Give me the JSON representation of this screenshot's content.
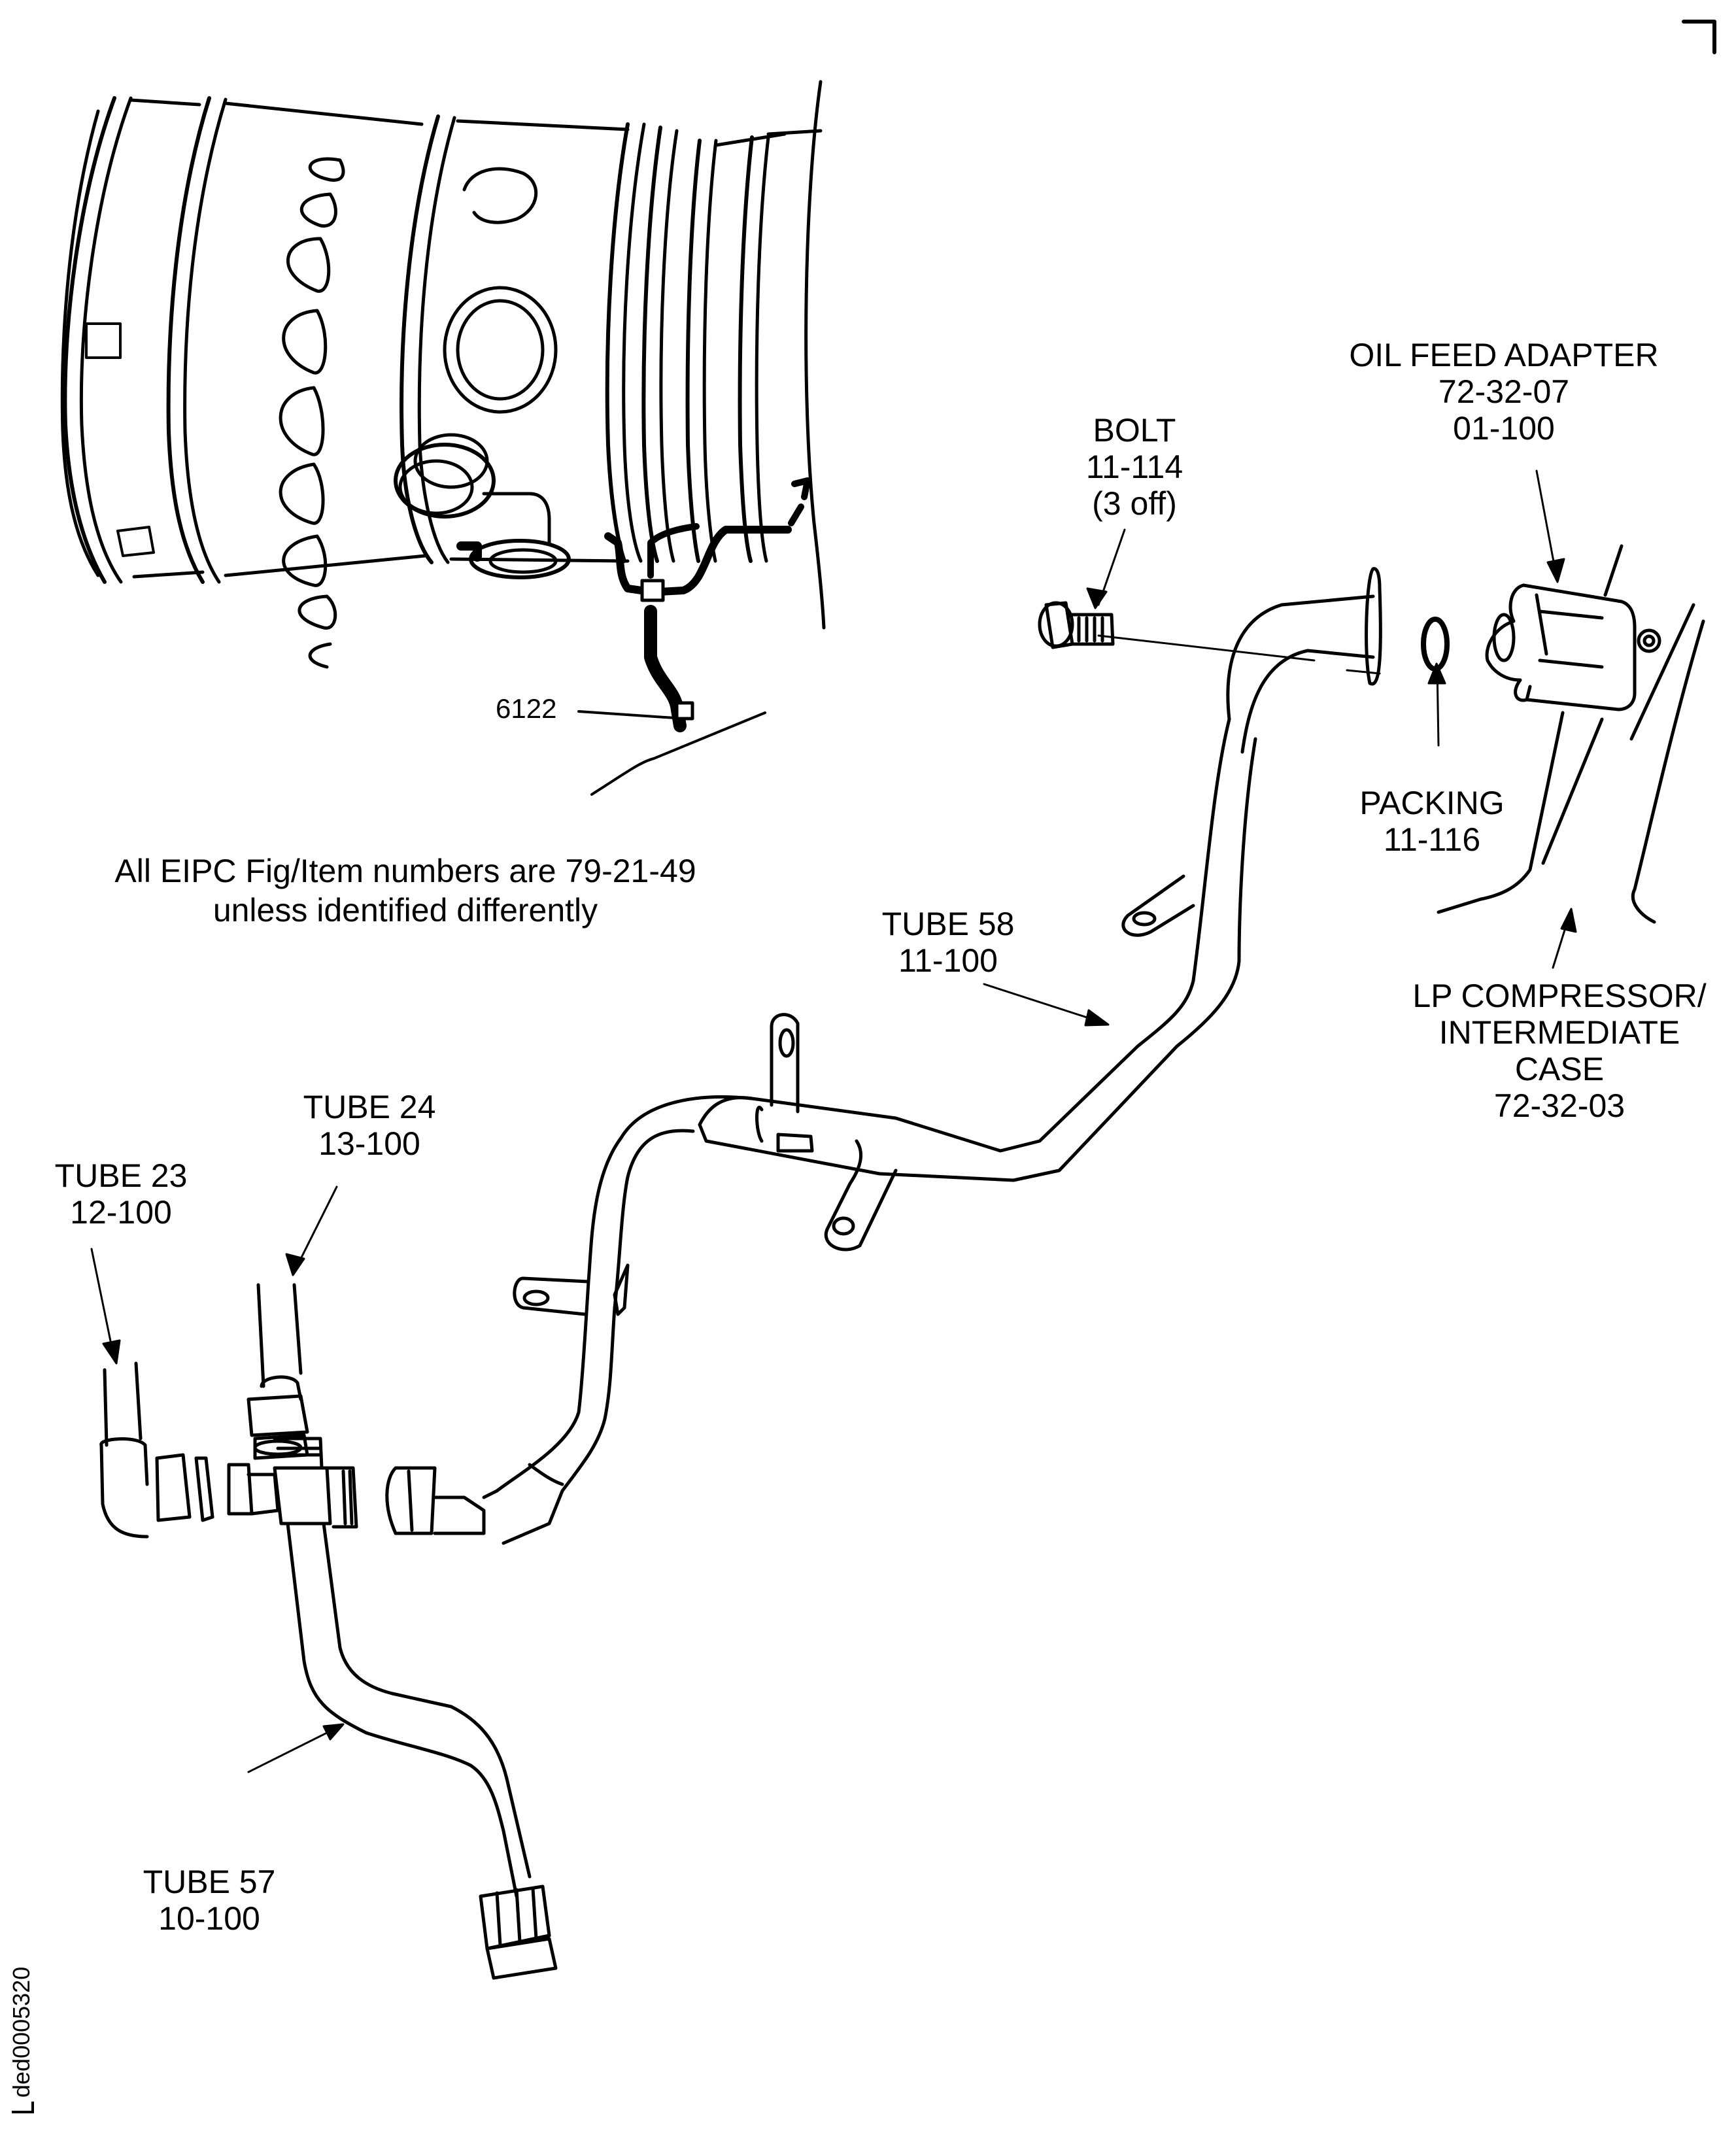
{
  "figure": {
    "drawing_id": "ded0005320",
    "note": {
      "line1": "All EIPC Fig/Item numbers are 79-21-49",
      "line2": "unless identified differently"
    },
    "inset": {
      "callout": "6122"
    },
    "callouts": [
      {
        "id": "oil-feed-adapter",
        "lines": [
          "OIL FEED ADAPTER",
          "72-32-07",
          "01-100"
        ]
      },
      {
        "id": "bolt",
        "lines": [
          "BOLT",
          "11-114",
          "(3 off)"
        ]
      },
      {
        "id": "packing",
        "lines": [
          "PACKING",
          "11-116"
        ]
      },
      {
        "id": "lp-compressor-case",
        "lines": [
          "LP COMPRESSOR/",
          "INTERMEDIATE",
          "CASE",
          "72-32-03"
        ]
      },
      {
        "id": "tube-58",
        "lines": [
          "TUBE 58",
          "11-100"
        ]
      },
      {
        "id": "tube-24",
        "lines": [
          "TUBE 24",
          "13-100"
        ]
      },
      {
        "id": "tube-23",
        "lines": [
          "TUBE 23",
          "12-100"
        ]
      },
      {
        "id": "tube-57",
        "lines": [
          "TUBE 57",
          "10-100"
        ]
      }
    ],
    "colors": {
      "ink": "#000000",
      "paper": "#ffffff"
    }
  }
}
